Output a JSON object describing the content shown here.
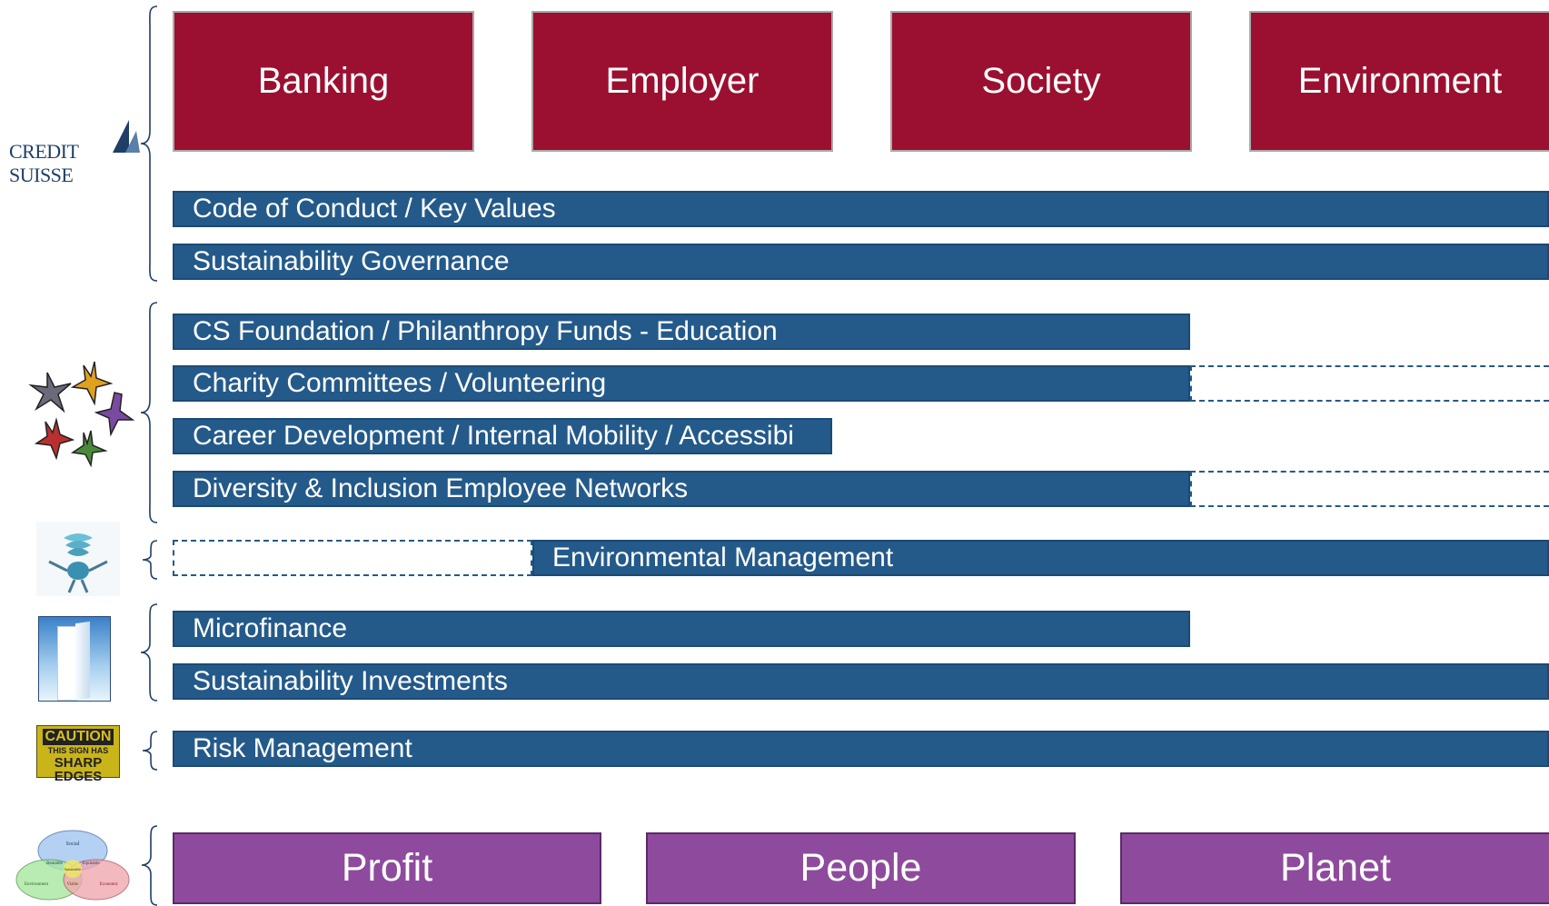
{
  "top_boxes": [
    "Banking",
    "Employer",
    "Society",
    "Environment"
  ],
  "logo": {
    "text": "CREDIT SUISSE"
  },
  "bars": {
    "code_of_conduct": "Code of Conduct / Key Values",
    "governance": "Sustainability Governance",
    "cs_foundation": "CS Foundation / Philanthropy Funds - Education",
    "charity": "Charity Committees / Volunteering",
    "career": "Career Development / Internal Mobility / Accessibi",
    "diversity": "Diversity & Inclusion Employee Networks",
    "environmental": "Environmental Management",
    "microfinance": "Microfinance",
    "investments": "Sustainability Investments",
    "risk": "Risk Management"
  },
  "caution_sign": {
    "title": "CAUTION",
    "line1": "THIS SIGN HAS",
    "line2": "SHARP EDGES"
  },
  "venn": {
    "social": "Social",
    "environment": "Environment",
    "economic": "Economic",
    "bearable": "Bearable",
    "equitable": "Equitable",
    "viable": "Viable",
    "sustainable": "Sustainable"
  },
  "bottom_boxes": [
    "Profit",
    "People",
    "Planet"
  ],
  "colors": {
    "red": "#9b1030",
    "blue": "#245a8a",
    "purple": "#8e4b9d"
  }
}
